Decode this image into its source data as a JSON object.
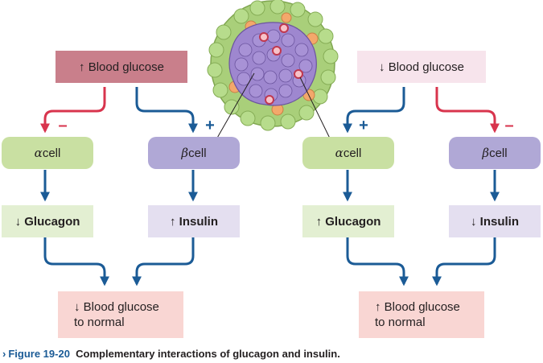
{
  "colors": {
    "arrow_blue": "#1b5b96",
    "arrow_red": "#d8344d",
    "high_glucose_box": "#c97f8b",
    "low_glucose_box": "#f7e4ec",
    "alpha_cell": "#c9e0a2",
    "beta_cell": "#b0a8d6",
    "result_box": "#f9d6d3"
  },
  "left": {
    "stimulus": {
      "arrow": "↑",
      "text": "Blood glucose"
    },
    "alpha_sign": "–",
    "beta_sign": "+",
    "alpha_cell": {
      "greek": "α",
      "text": " cell"
    },
    "beta_cell": {
      "greek": "β",
      "text": " cell"
    },
    "hormone_a": {
      "arrow": "↓",
      "text": "Glucagon"
    },
    "hormone_b": {
      "arrow": "↑",
      "text": "Insulin"
    },
    "result": {
      "line1": "↓ Blood glucose",
      "line2": "to normal"
    }
  },
  "right": {
    "stimulus": {
      "arrow": "↓",
      "text": "Blood glucose"
    },
    "alpha_sign": "+",
    "beta_sign": "–",
    "alpha_cell": {
      "greek": "α",
      "text": " cell"
    },
    "beta_cell": {
      "greek": "β",
      "text": " cell"
    },
    "hormone_a": {
      "arrow": "↑",
      "text": "Glucagon"
    },
    "hormone_b": {
      "arrow": "↓",
      "text": "Insulin"
    },
    "result": {
      "line1": "↑ Blood glucose",
      "line2": "to normal"
    }
  },
  "caption": {
    "marker": "›",
    "figure": "Figure 19-20",
    "text": "Complementary interactions of glucagon and insulin."
  }
}
